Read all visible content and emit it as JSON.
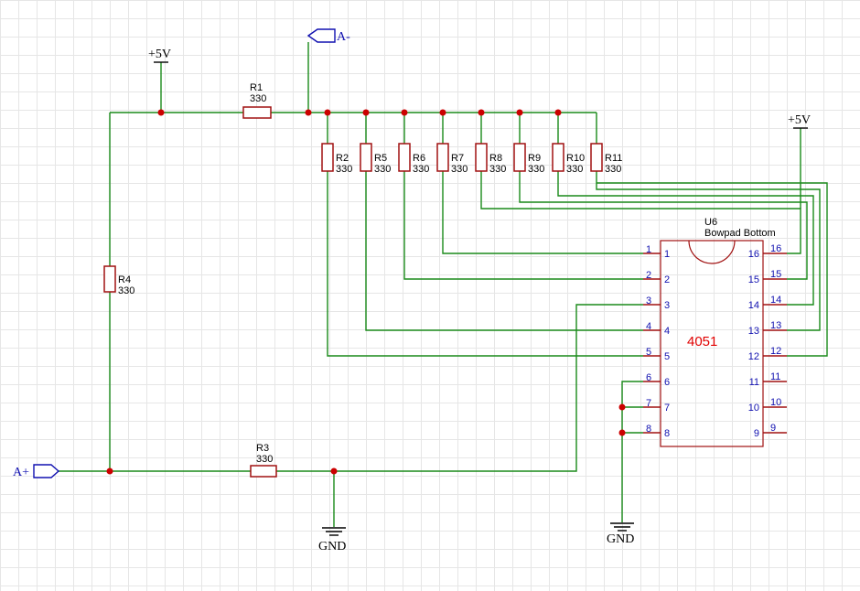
{
  "power": {
    "vcc_left": "+5V",
    "vcc_right": "+5V",
    "gnd_left": "GND",
    "gnd_right": "GND"
  },
  "ports": {
    "a_minus": "A-",
    "a_plus": "A+"
  },
  "resistors": [
    {
      "ref": "R1",
      "value": "330"
    },
    {
      "ref": "R2",
      "value": "330"
    },
    {
      "ref": "R5",
      "value": "330"
    },
    {
      "ref": "R6",
      "value": "330"
    },
    {
      "ref": "R7",
      "value": "330"
    },
    {
      "ref": "R8",
      "value": "330"
    },
    {
      "ref": "R9",
      "value": "330"
    },
    {
      "ref": "R10",
      "value": "330"
    },
    {
      "ref": "R11",
      "value": "330"
    },
    {
      "ref": "R4",
      "value": "330"
    },
    {
      "ref": "R3",
      "value": "330"
    }
  ],
  "chip": {
    "ref": "U6",
    "package": "Bowpad Bottom",
    "part": "4051",
    "left_pins": [
      "1",
      "2",
      "3",
      "4",
      "5",
      "6",
      "7",
      "8"
    ],
    "right_pins": [
      "16",
      "15",
      "14",
      "13",
      "12",
      "11",
      "10",
      "9"
    ]
  }
}
